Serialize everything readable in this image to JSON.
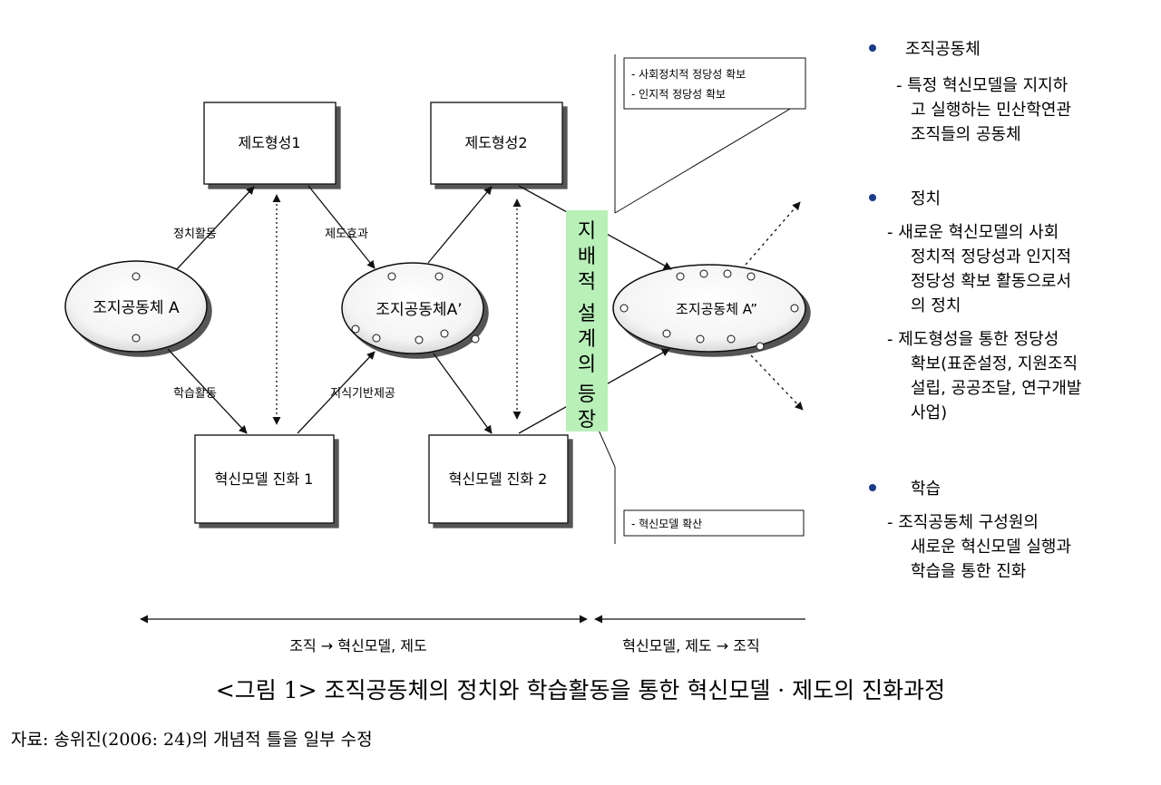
{
  "diagram": {
    "nodes": {
      "inst1": "제도형성1",
      "inst2": "제도형성2",
      "evo1": "혁신모델 진화 1",
      "evo2": "혁신모델 진화 2",
      "comm_a": "조지공동체 A",
      "comm_a1": "조지공동체A’",
      "comm_a2": "조지공동체 A”"
    },
    "edge_labels": {
      "political": "정치활동",
      "inst_effect": "제도효과",
      "learning": "학습활동",
      "knowledge": "지식기반제공"
    },
    "callouts": {
      "legitimacy_1": "- 사회정치적 정당성 확보",
      "legitimacy_2": "- 인지적 정당성 확보",
      "diffusion": "- 혁신모델 확산"
    },
    "green_banner": [
      "지",
      "배",
      "적",
      "설",
      "계",
      "의",
      "등",
      "장"
    ],
    "bottom_axis": {
      "left": "조직  → 혁신모델, 제도",
      "right": "혁신모델, 제도 → 조직"
    },
    "colors": {
      "banner": "#b8f0b8",
      "bullet": "#1a3a8a"
    }
  },
  "legend": [
    {
      "title": "조직공동체",
      "lines": [
        "- 특정 혁신모델을 지지하",
        "고 실행하는 민산학연관",
        "조직들의 공동체"
      ]
    },
    {
      "title": "정치",
      "lines": [
        "- 새로운 혁신모델의 사회",
        "정치적 정당성과 인지적",
        "정당성 확보 활동으로서",
        "의 정치",
        "- 제도형성을 통한 정당성",
        "확보(표준설정, 지원조직",
        "설립, 공공조달, 연구개발",
        "사업)"
      ]
    },
    {
      "title": "학습",
      "lines": [
        "- 조직공동체 구성원의",
        "새로운 혁신모델 실행과",
        "학습을 통한 진화"
      ]
    }
  ],
  "caption": "<그림 1> 조직공동체의 정치와 학습활동을 통한 혁신모델 · 제도의 진화과정",
  "source": "자료: 송위진(2006: 24)의 개념적 틀을 일부 수정"
}
